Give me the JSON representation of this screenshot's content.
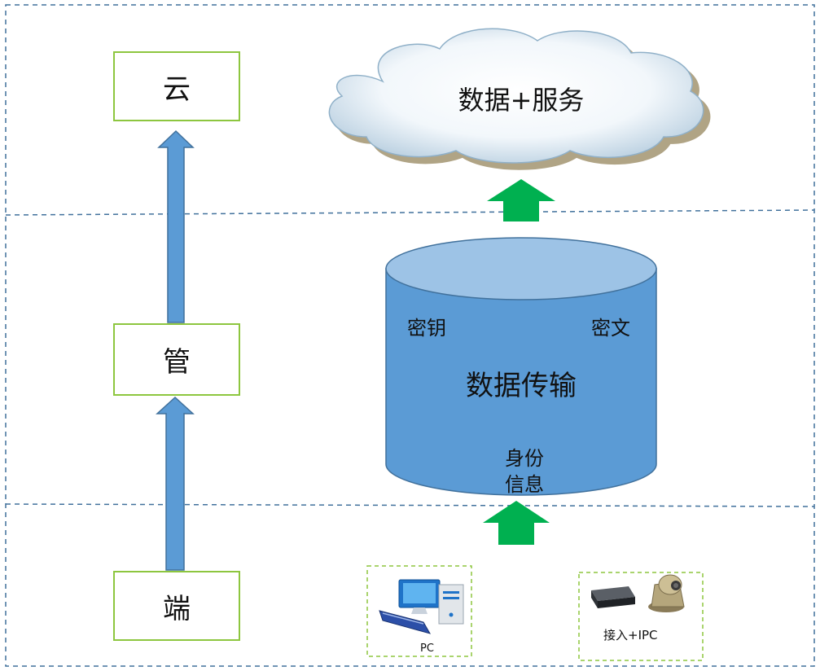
{
  "layers": {
    "cloud_label": "云",
    "pipe_label": "管",
    "edge_label": "端"
  },
  "cloud": {
    "label": "数据+服务"
  },
  "cylinder": {
    "title": "数据传输",
    "left_label": "密钥",
    "right_label": "密文",
    "bottom_label_line1": "身份",
    "bottom_label_line2": "信息"
  },
  "devices": {
    "pc_label": "PC",
    "ipc_label": "接入+IPC"
  },
  "colors": {
    "layer_box_border": "#8dc63f",
    "blue_arrow": "#5b9bd5",
    "blue_arrow_stroke": "#41719c",
    "green_arrow": "#00b050",
    "cylinder_body": "#5b9bd5",
    "cylinder_top": "#9dc3e6",
    "divider": "#41719c"
  }
}
